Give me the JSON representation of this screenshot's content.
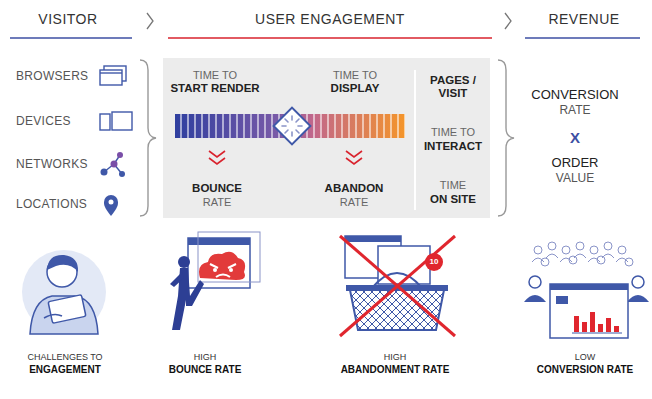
{
  "diagram": {
    "nodes": [
      {
        "text": [
          "TIME TO",
          "START RENDER",
          "TIME TO",
          "DISPLAY",
          "BOUNCE",
          "RATE",
          "ABANDON",
          "RATE",
          "PAGES / VISIT",
          "TIME TO",
          "INTERACT",
          "TIME",
          "ON SITE"
        ]
      }
    ],
    "labels": [
      "VISITOR",
      "USER ENGAGEMENT",
      "REVENUE",
      "BROWSERS",
      "DEVICES",
      "NETWORKS",
      "LOCATIONS",
      "CONVERSION",
      "RATE",
      "X",
      "ORDER",
      "VALUE",
      "10",
      "CHALLENGES TO",
      "ENGAGEMENT",
      "HIGH",
      "BOUNCE RATE",
      "HIGH",
      "ABANDONMENT RATE",
      "LOW",
      "CONVERSION RATE"
    ]
  }
}
